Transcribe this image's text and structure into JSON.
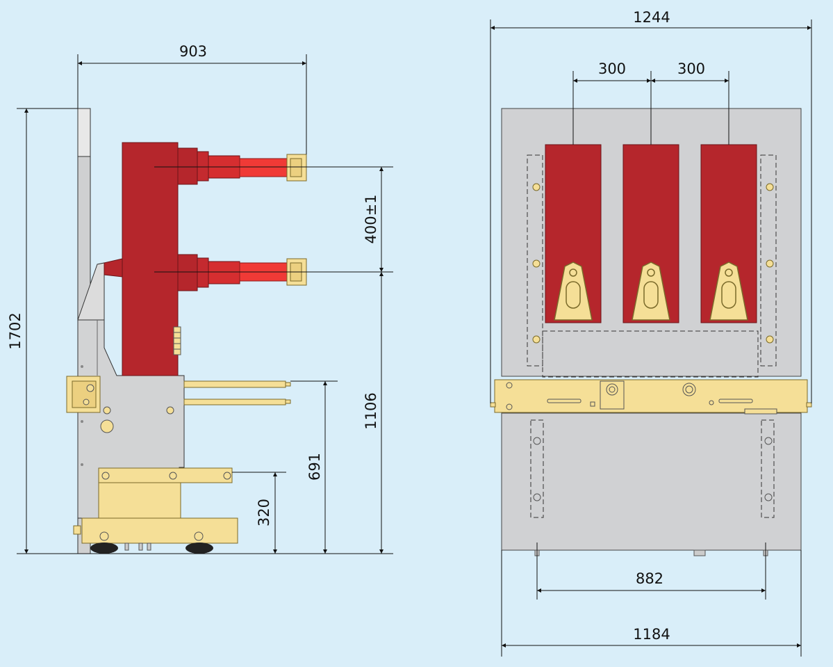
{
  "colors": {
    "background": "#d9eef9",
    "insulator_dark_red": "#b5262c",
    "contact_arm_red": "#f03a36",
    "brass_yellow": "#f5df97",
    "frame_gray": "#d3d4d5",
    "panel_gray": "#cfd0d2",
    "dimension_line": "#111111"
  },
  "dimensions": {
    "side_view": {
      "top_width": "903",
      "total_height": "1702",
      "contact_spacing": "400±1",
      "lower_contact_height": "1106",
      "truck_rail_height": "691",
      "truck_top_height": "320"
    },
    "front_view": {
      "overall_width_top": "1244",
      "phase_spacing_left": "300",
      "phase_spacing_right": "300",
      "wheel_track": "882",
      "overall_width_bottom": "1184"
    }
  }
}
